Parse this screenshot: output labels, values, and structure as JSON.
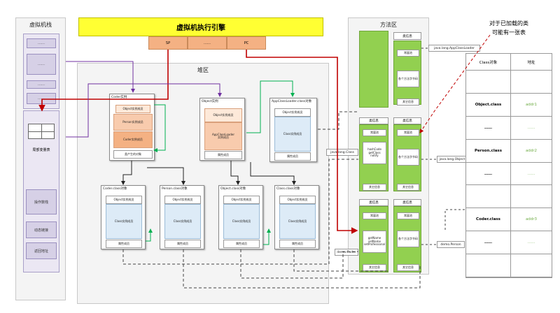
{
  "vm_stack": {
    "title": "虚拟机栈",
    "frame_items": [
      "……",
      "……",
      "……",
      "……"
    ],
    "local_vars": "局部变量表",
    "operand_stack": "操作数栈",
    "dynamic_link": "动态链接",
    "return_addr": "返回地址"
  },
  "engine": {
    "title": "虚拟机执行引擎",
    "cells": [
      "SP",
      "……",
      "PC"
    ]
  },
  "heap": {
    "title": "堆区",
    "coder_instance": {
      "title": "Coder实例",
      "chips": [
        "Object实例成员",
        "Person实例成员",
        "Coder实例成员",
        "类产生的对象"
      ]
    },
    "object_instance": {
      "title": "Object实例",
      "chips": [
        "Object实例成员",
        "AppClassLoader\n实例成员",
        "属性成员"
      ]
    },
    "appclassloader_class": {
      "title": "AppClassLoader.class对象",
      "chips": [
        "Object实例成员",
        "Class实例成员",
        "属性成员"
      ]
    },
    "coder_class": {
      "title": "Coder.class对象",
      "chips": [
        "Object实例成员",
        "Class实例成员",
        "属性成员"
      ]
    },
    "person_class": {
      "title": "Person.class对象",
      "chips": [
        "Object实例成员",
        "Class实例成员",
        "属性成员"
      ]
    },
    "object_class": {
      "title": "Object.class对象",
      "chips": [
        "Object实例成员",
        "Class实例成员",
        "属性成员"
      ]
    },
    "class_class": {
      "title": "Class.class对象",
      "chips": [
        "Object实例成员",
        "Class实例成员",
        "属性成员"
      ]
    }
  },
  "method_area": {
    "title": "方法区",
    "class_info": "类信息",
    "constant_pool": "常量池",
    "method_bytecode": "各个方法字节码",
    "other_info": "其它信息",
    "hash_code": "hashCode\ngetClass\nnotify",
    "getters": "getName\nsetName\nsetProfessional"
  },
  "tags": {
    "appclassloader": "java.lang.AppClassLoader",
    "class": "java.lang.Class",
    "object": "java.lang.Object",
    "coder": "demo.Coder",
    "person": "demo.Person"
  },
  "class_table": {
    "heading": "对于已加载的类\n可能有一张表",
    "col_class": "Class对象",
    "col_addr": "地址",
    "rows": [
      {
        "name": "",
        "addr": ""
      },
      {
        "name": "Object.class",
        "addr": "addr1"
      },
      {
        "name": "……",
        "addr": "……"
      },
      {
        "name": "Person.class",
        "addr": "addr2"
      },
      {
        "name": "……",
        "addr": "……"
      },
      {
        "name": "",
        "addr": ""
      },
      {
        "name": "Coder.class",
        "addr": "addr3"
      },
      {
        "name": "……",
        "addr": "……"
      },
      {
        "name": "",
        "addr": ""
      }
    ],
    "addr_color": "#70ad47"
  }
}
